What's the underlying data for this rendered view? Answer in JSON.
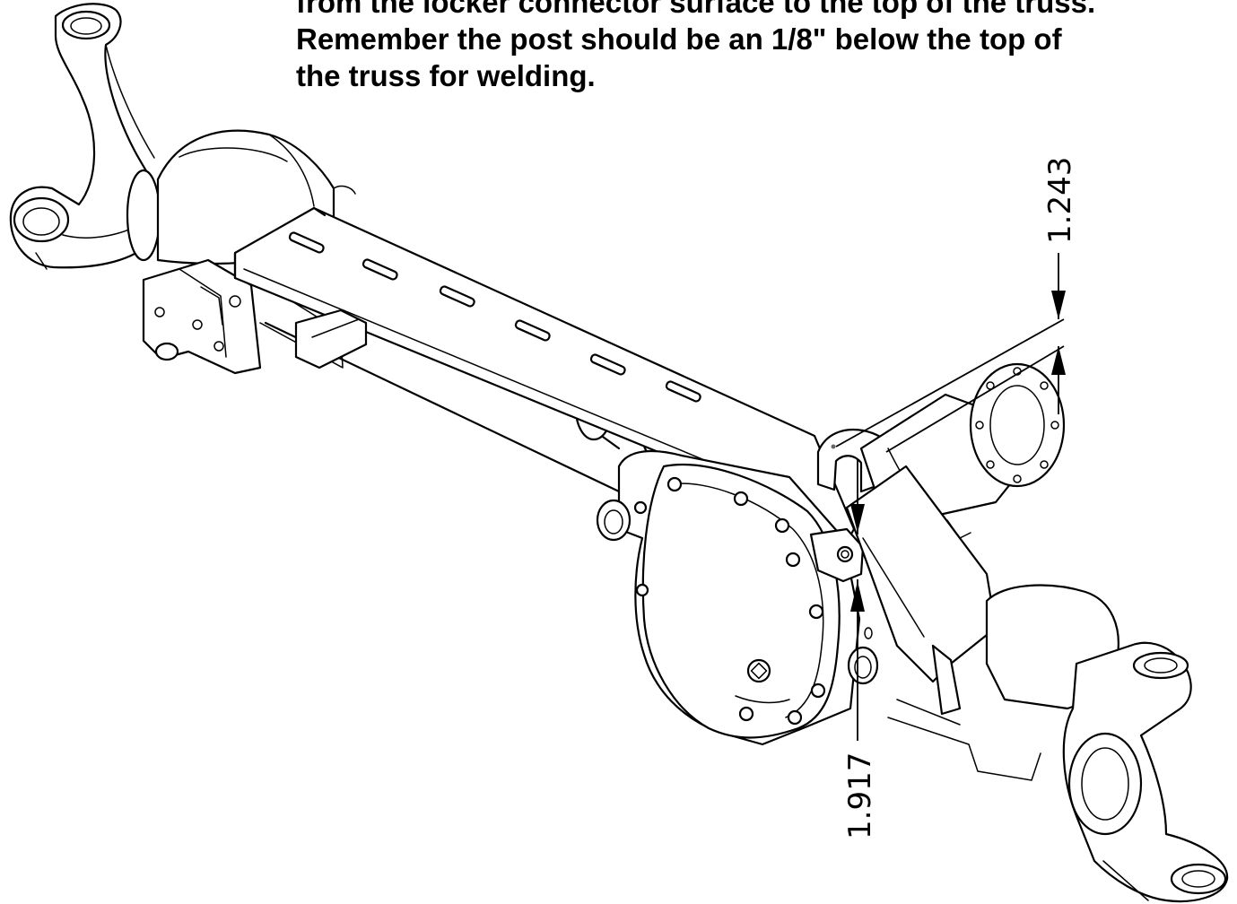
{
  "instruction": {
    "lines": [
      "from the locker connector surface to the top of the truss.",
      "Remember the post should be an 1/8\" below the top of",
      "the truss for welding."
    ]
  },
  "dimensions": {
    "upper": "1.243",
    "lower": "1.917"
  }
}
